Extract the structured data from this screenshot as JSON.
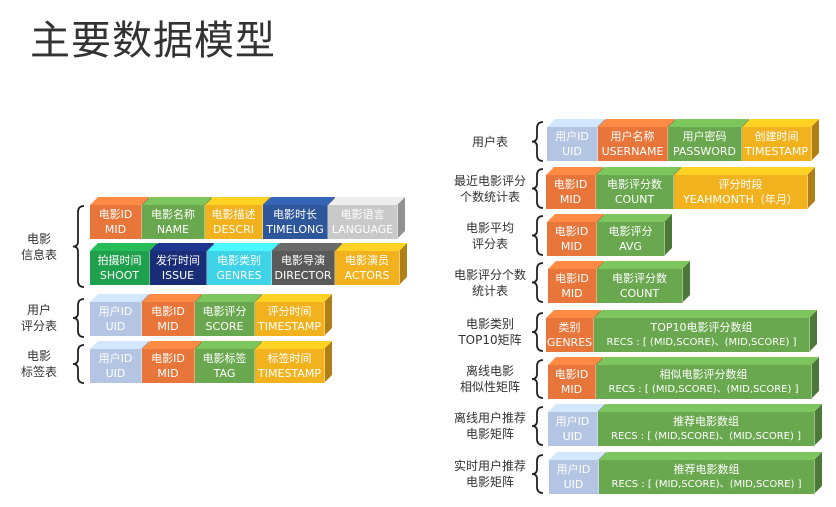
{
  "title": "主要数据模型",
  "colors": {
    "orange": "#e8763a",
    "green": "#6aa84f",
    "yellow": "#f2b21e",
    "lightblue": "#b3c5e3",
    "blue": "#2e569a",
    "gray": "#c9c9c9",
    "brightgreen": "#1fa04c",
    "navy": "#1a2e78",
    "cyan": "#3fd3e8",
    "darkgray": "#5a5a5a"
  },
  "groups": [
    {
      "label": "电影\n信息表",
      "rows": [
        [
          {
            "cn": "电影ID",
            "en": "MID",
            "color": "orange"
          },
          {
            "cn": "电影名称",
            "en": "NAME",
            "color": "green"
          },
          {
            "cn": "电影描述",
            "en": "DESCRI",
            "color": "yellow"
          },
          {
            "cn": "电影时长",
            "en": "TIMELONG",
            "color": "blue"
          },
          {
            "cn": "电影语言",
            "en": "LANGUAGE",
            "color": "gray"
          }
        ],
        [
          {
            "cn": "拍摄时间",
            "en": "SHOOT",
            "color": "brightgreen"
          },
          {
            "cn": "发行时间",
            "en": "ISSUE",
            "color": "navy"
          },
          {
            "cn": "电影类别",
            "en": "GENRES",
            "color": "cyan"
          },
          {
            "cn": "电影导演",
            "en": "DIRECTOR",
            "color": "darkgray"
          },
          {
            "cn": "电影演员",
            "en": "ACTORS",
            "color": "yellow"
          }
        ]
      ]
    },
    {
      "label": "用户\n评分表",
      "rows": [
        [
          {
            "cn": "用户ID",
            "en": "UID",
            "color": "lightblue"
          },
          {
            "cn": "电影ID",
            "en": "MID",
            "color": "orange"
          },
          {
            "cn": "电影评分",
            "en": "SCORE",
            "color": "green"
          },
          {
            "cn": "评分时间",
            "en": "TIMESTAMP",
            "color": "yellow"
          }
        ]
      ]
    },
    {
      "label": "电影\n标签表",
      "rows": [
        [
          {
            "cn": "用户ID",
            "en": "UID",
            "color": "lightblue"
          },
          {
            "cn": "电影ID",
            "en": "MID",
            "color": "orange"
          },
          {
            "cn": "电影标签",
            "en": "TAG",
            "color": "green"
          },
          {
            "cn": "标签时间",
            "en": "TIMESTAMP",
            "color": "yellow"
          }
        ]
      ]
    },
    {
      "label": "用户表",
      "rows": [
        [
          {
            "cn": "用户ID",
            "en": "UID",
            "color": "lightblue"
          },
          {
            "cn": "用户名称",
            "en": "USERNAME",
            "color": "orange"
          },
          {
            "cn": "用户密码",
            "en": "PASSWORD",
            "color": "green"
          },
          {
            "cn": "创建时间",
            "en": "TIMESTAMP",
            "color": "yellow"
          }
        ]
      ]
    },
    {
      "label": "最近电影评分\n个数统计表",
      "rows": [
        [
          {
            "cn": "电影ID",
            "en": "MID",
            "color": "orange"
          },
          {
            "cn": "电影评分数",
            "en": "COUNT",
            "color": "green"
          },
          {
            "cn": "评分时段",
            "en": "YEAHMONTH（年月）",
            "color": "yellow"
          }
        ]
      ]
    },
    {
      "label": "电影平均\n评分表",
      "rows": [
        [
          {
            "cn": "电影ID",
            "en": "MID",
            "color": "orange"
          },
          {
            "cn": "电影评分",
            "en": "AVG",
            "color": "green"
          }
        ]
      ]
    },
    {
      "label": "电影评分个数\n统计表",
      "rows": [
        [
          {
            "cn": "电影ID",
            "en": "MID",
            "color": "orange"
          },
          {
            "cn": "电影评分数",
            "en": "COUNT",
            "color": "green"
          }
        ]
      ]
    },
    {
      "label": "电影类别\nTOP10矩阵",
      "rows": [
        [
          {
            "cn": "类别",
            "en": "GENRES",
            "color": "orange"
          },
          {
            "cn": "TOP10电影评分数组",
            "en": "RECS : [ (MID,SCORE)、(MID,SCORE) ]",
            "color": "green"
          }
        ]
      ]
    },
    {
      "label": "离线电影\n相似性矩阵",
      "rows": [
        [
          {
            "cn": "电影ID",
            "en": "MID",
            "color": "orange"
          },
          {
            "cn": "相似电影评分数组",
            "en": "RECS : [ (MID,SCORE)、(MID,SCORE) ]",
            "color": "green"
          }
        ]
      ]
    },
    {
      "label": "离线用户推荐\n电影矩阵",
      "rows": [
        [
          {
            "cn": "用户ID",
            "en": "UID",
            "color": "lightblue"
          },
          {
            "cn": "推荐电影数组",
            "en": "RECS : [ (MID,SCORE)、(MID,SCORE) ]",
            "color": "green"
          }
        ]
      ]
    },
    {
      "label": "实时用户推荐\n电影矩阵",
      "rows": [
        [
          {
            "cn": "用户ID",
            "en": "UID",
            "color": "lightblue"
          },
          {
            "cn": "推荐电影数组",
            "en": "RECS : [ (MID,SCORE)、(MID,SCORE) ]",
            "color": "green"
          }
        ]
      ]
    }
  ]
}
